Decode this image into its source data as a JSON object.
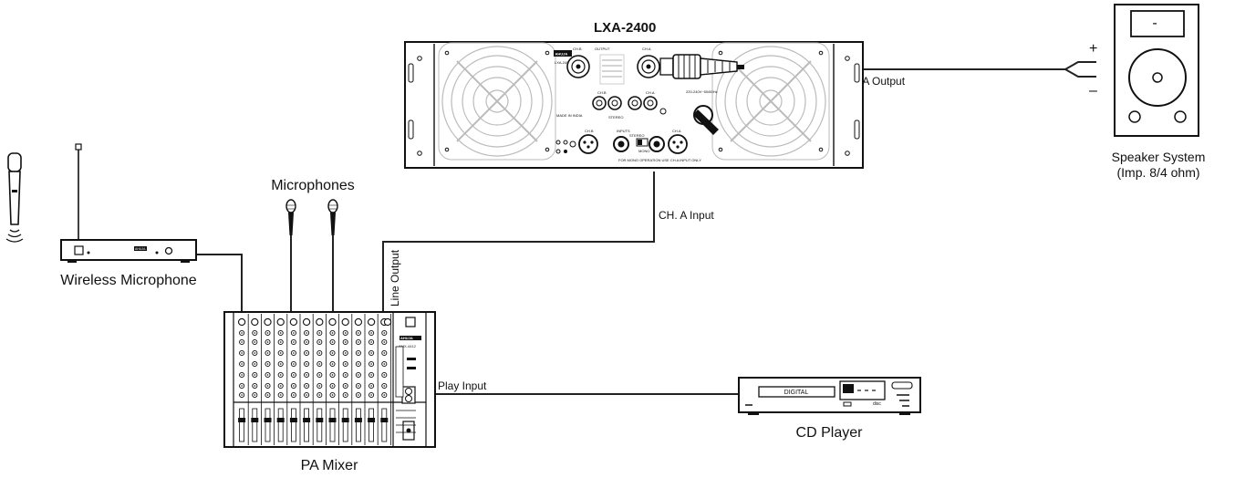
{
  "title": "LXA-2400",
  "devices": {
    "amplifier": {
      "model": "LXA-2400",
      "panel_brand": "AHUJA",
      "panel_model": "LXA-2400"
    },
    "speaker": {
      "name": "Speaker System",
      "impedance": "(Imp. 8/4 ohm)",
      "plus": "+",
      "minus": "–",
      "top_sign": "-"
    },
    "wireless": {
      "name": "Wireless Microphone",
      "brand": "AHUJA"
    },
    "microphones": {
      "name": "Microphones"
    },
    "mixer": {
      "name": "PA Mixer",
      "brand": "AHUJA",
      "model": "AMX-4412"
    },
    "cd": {
      "name": "CD  Player",
      "display": "DIGITAL",
      "disc": "disc"
    }
  },
  "connections": {
    "ch_a_output": "CH. A Output",
    "ch_a_input": "CH. A Input",
    "line_output": "Line Output",
    "play_input": "Play Input"
  },
  "panel_text": {
    "output": "OUTPUT",
    "inputs": "INPUTS",
    "made_in": "MADE IN INDIA",
    "ch_b": "CH.B",
    "ch_a": "CH.A",
    "stereo": "STEREO",
    "mono": "MONO",
    "power": "220-240V~50/60Hz",
    "note": "FOR MONO OPERATION USE CH.A INPUT ONLY"
  }
}
